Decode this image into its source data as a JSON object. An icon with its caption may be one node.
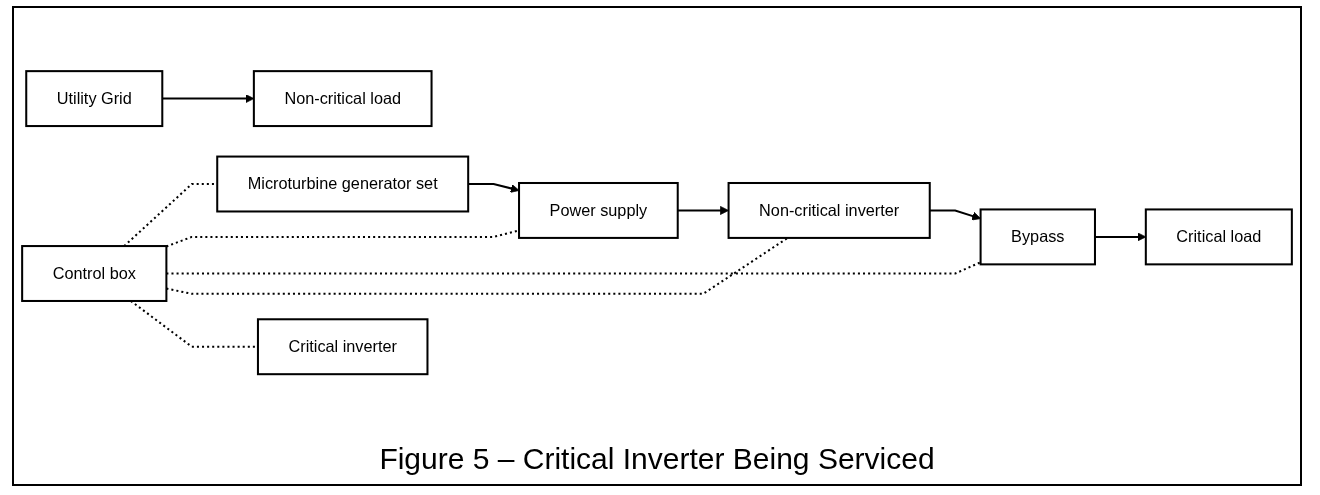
{
  "diagram": {
    "caption": "Figure 5 – Critical Inverter Being Serviced",
    "nodes": [
      {
        "text": [
          "Control box"
        ]
      },
      {
        "text": [
          "Critical inverter"
        ]
      },
      {
        "text": [
          "Critical load"
        ]
      },
      {
        "text": [
          "Microturbine generator set"
        ]
      },
      {
        "text": [
          "Power supply"
        ]
      },
      {
        "text": [
          "Bypass"
        ]
      },
      {
        "text": [
          "Non-critical inverter"
        ]
      },
      {
        "text": [
          "Non-critical load"
        ]
      },
      {
        "text": [
          "Utility Grid"
        ]
      }
    ],
    "edges": [
      {
        "from": 0,
        "to": 3,
        "arrow": "none",
        "style": "dashed"
      },
      {
        "from": 0,
        "to": 4,
        "arrow": "none",
        "style": "dashed"
      },
      {
        "from": 0,
        "to": 5,
        "arrow": "none",
        "style": "dashed"
      },
      {
        "from": 0,
        "to": 6,
        "arrow": "none",
        "style": "dashed"
      },
      {
        "from": 0,
        "to": 1,
        "arrow": "none",
        "style": "dashed"
      },
      {
        "from": 3,
        "to": 4,
        "arrow": "to"
      },
      {
        "from": 4,
        "to": 6,
        "arrow": "to"
      },
      {
        "from": 6,
        "to": 5,
        "arrow": "to"
      },
      {
        "from": 5,
        "to": 2,
        "arrow": "to"
      },
      {
        "from": 8,
        "to": 7,
        "arrow": "to"
      }
    ]
  }
}
